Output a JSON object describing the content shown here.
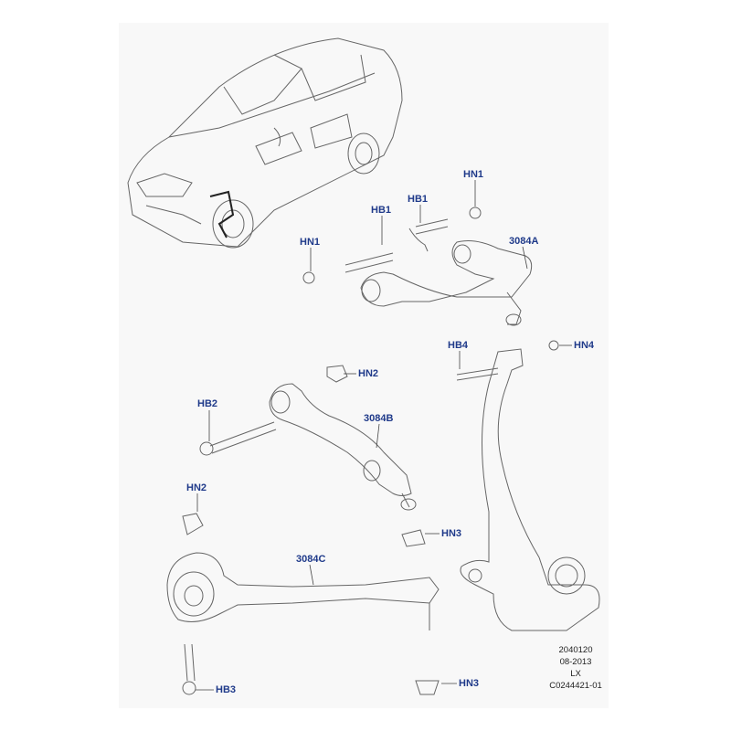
{
  "labels": {
    "hn1_a": "HN1",
    "hn1_b": "HN1",
    "hb1_a": "HB1",
    "hb1_b": "HB1",
    "arm_3084a": "3084A",
    "hb4": "HB4",
    "hn4": "HN4",
    "hn2_a": "HN2",
    "hb2": "HB2",
    "arm_3084b": "3084B",
    "hn2_b": "HN2",
    "hn3_a": "HN3",
    "arm_3084c": "3084C",
    "hb3": "HB3",
    "hn3_b": "HN3"
  },
  "meta": {
    "line1": "2040120",
    "line2": "08-2013",
    "line3": "LX",
    "line4": "C0244421-01"
  },
  "colors": {
    "label": "#1f3a8a",
    "line": "#555555",
    "panel": "#f8f8f8"
  }
}
